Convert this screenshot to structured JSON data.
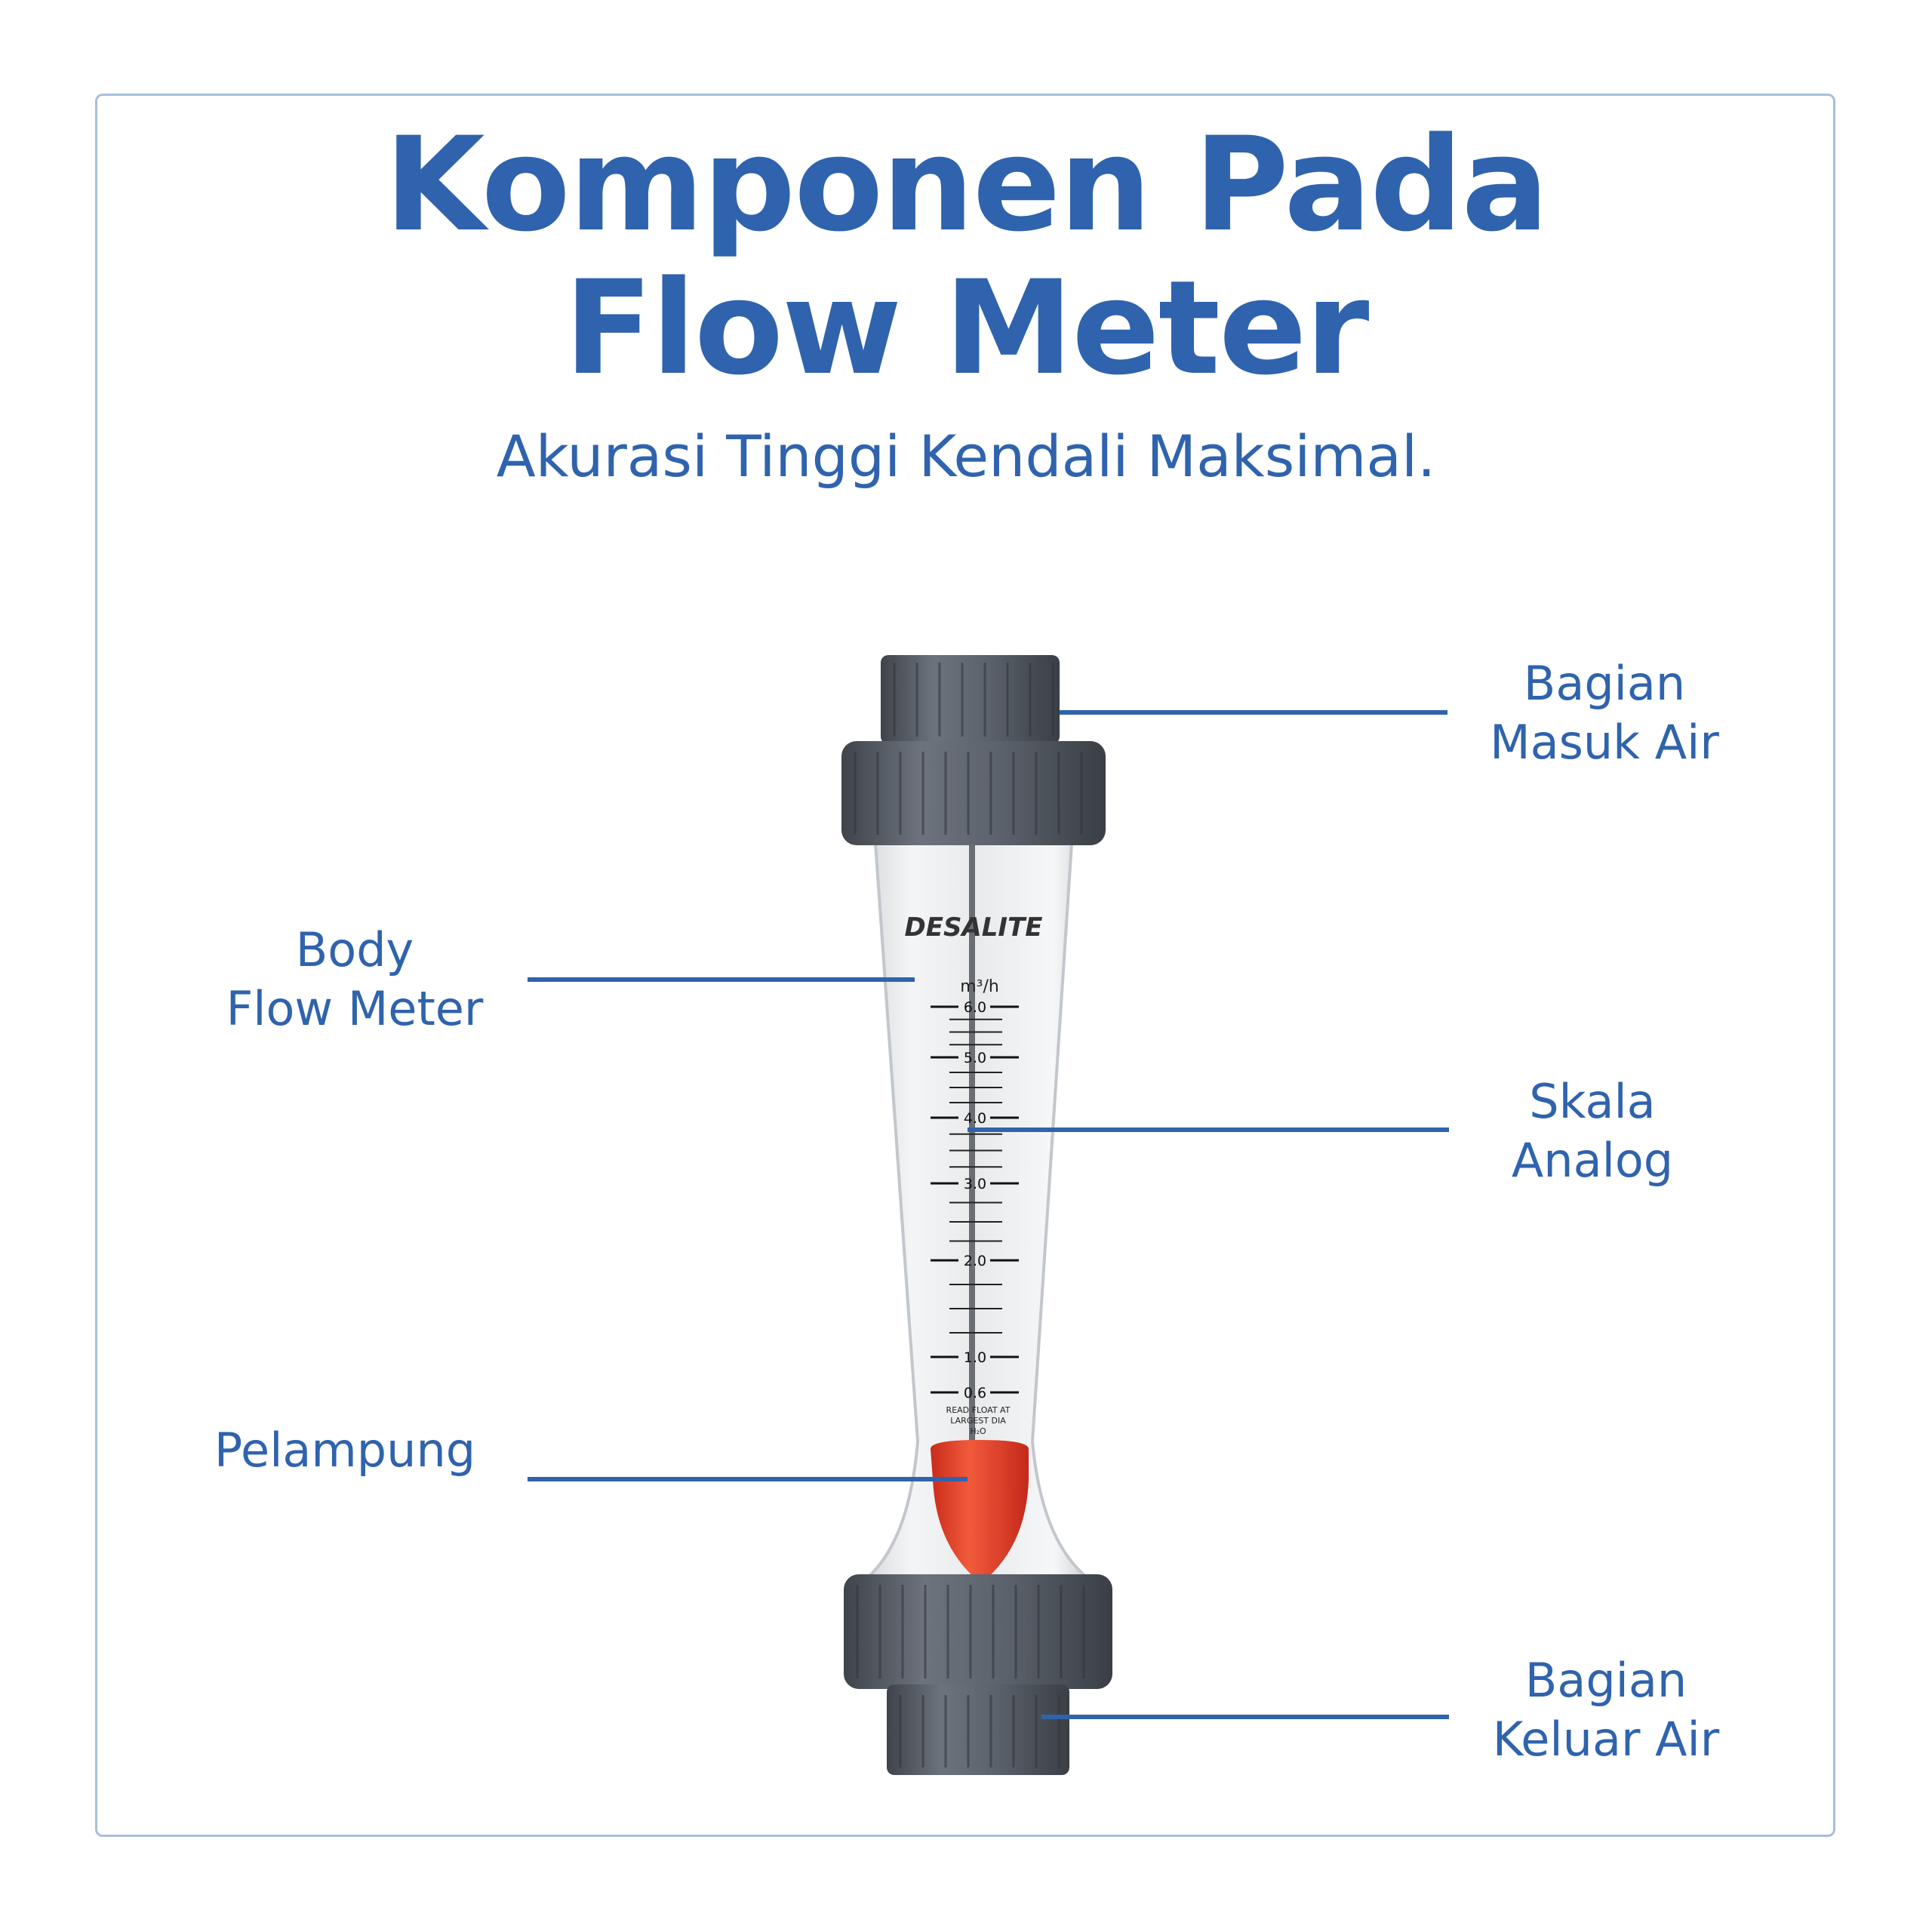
{
  "title": {
    "line1": "Komponen Pada",
    "line2": "Flow Meter"
  },
  "subtitle": "Akurasi Tinggi Kendali Maksimal.",
  "labels": {
    "inlet": {
      "line1": "Bagian",
      "line2": "Masuk Air"
    },
    "body": {
      "line1": "Body",
      "line2": "Flow Meter"
    },
    "scale": {
      "line1": "Skala",
      "line2": "Analog"
    },
    "float": {
      "line1": "Pelampung"
    },
    "outlet": {
      "line1": "Bagian",
      "line2": "Keluar Air"
    }
  },
  "meter": {
    "brand": "DESALITE",
    "unit": "m³/h",
    "scale_values": [
      "6.0",
      "5.0",
      "4.0",
      "3.0",
      "2.0",
      "1.0",
      "0.6"
    ],
    "note_line1": "READ FLOAT AT",
    "note_line2": "LARGEST DIA",
    "note_line3": "H₂O"
  },
  "colors": {
    "accent": "#2f63ad",
    "float": "#e8402a",
    "fitting": "#5f6670"
  }
}
